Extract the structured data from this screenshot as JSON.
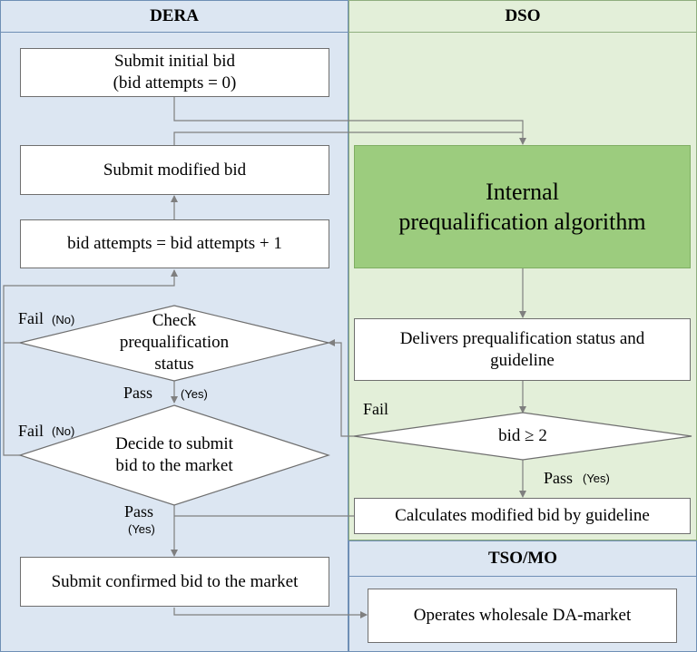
{
  "lanes": {
    "dera": "DERA",
    "dso": "DSO",
    "tso": "TSO/MO"
  },
  "dera": {
    "submit_initial": "Submit initial bid\n(bid attempts = 0)",
    "submit_modified": "Submit modified bid",
    "increment": "bid attempts = bid attempts + 1",
    "check_status": "Check\nprequalification\nstatus",
    "decide_submit": "Decide to submit\nbid to the market",
    "submit_confirmed": "Submit confirmed bid to the market",
    "fail1": "Fail",
    "fail1_note": "(No)",
    "pass1": "Pass",
    "pass1_note": "(Yes)",
    "fail2": "Fail",
    "fail2_note": "(No)",
    "pass2": "Pass",
    "pass2_note": "(Yes)"
  },
  "dso": {
    "algorithm": "Internal\nprequalification algorithm",
    "delivers": "Delivers prequalification status and\nguideline",
    "bid_check": "bid ≥ 2",
    "fail": "Fail",
    "pass": "Pass",
    "pass_note": "(Yes)",
    "calculates": "Calculates modified bid by guideline"
  },
  "tso": {
    "operates": "Operates wholesale DA-market"
  },
  "colors": {
    "dera_bg": "#dce6f2",
    "dso_bg": "#e3efd9",
    "tso_bg": "#dce6f2",
    "algorithm_fill": "#9ccc7e",
    "connector": "#7f7f7f"
  }
}
